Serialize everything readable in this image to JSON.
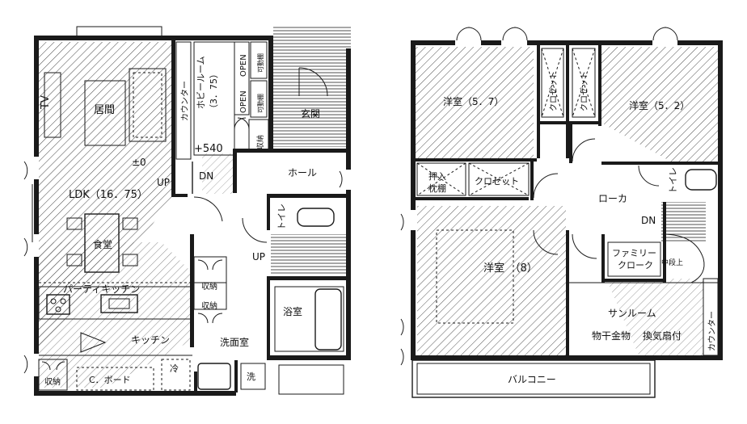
{
  "floor1": {
    "tv": "TV",
    "living": "居間",
    "counter": "カウンター",
    "hobby_room": "ホビールーム",
    "hobby_size": "（3．75）",
    "open_top": "OPEN",
    "open_bottom": "OPEN",
    "shelf_top": "可動棚",
    "shelf_bottom": "可動棚",
    "storage_hobby": "収納",
    "level_hobby": "+540",
    "level_ldk": "±0",
    "up_ldk": "UP",
    "dn_ldk": "DN",
    "entrance": "玄関",
    "hall": "ホール",
    "ldk": "LDK（16．75）",
    "toilet": "トイレ",
    "dining": "食堂",
    "up_stair": "UP",
    "party_kitchen": "パーティキッチン",
    "storage_a": "収納",
    "storage_b": "収納",
    "bath": "浴室",
    "kitchen": "キッチン",
    "washroom": "洗面室",
    "storage_c": "収納",
    "cupboard": "C．ボード",
    "fridge": "冷",
    "washer": "洗"
  },
  "floor2": {
    "room_57": "洋室（5．7）",
    "room_52": "洋室（5．2）",
    "closet_1": "クロゼット",
    "closet_2": "クロゼット",
    "oshiire_1": "押入",
    "oshiire_2": "枕棚",
    "closet_3": "クロゼット",
    "toilet": "トイレ",
    "hallway": "ローカ",
    "dn": "DN",
    "room_8": "洋室　（8）",
    "family_cloak_1": "ファミリー",
    "family_cloak_2": "クローク",
    "landing": "中段上",
    "sunroom": "サンルーム",
    "dry_hardware": "物干金物",
    "ventilation": "換気扇付",
    "counter": "カウンター",
    "balcony": "バルコニー"
  }
}
